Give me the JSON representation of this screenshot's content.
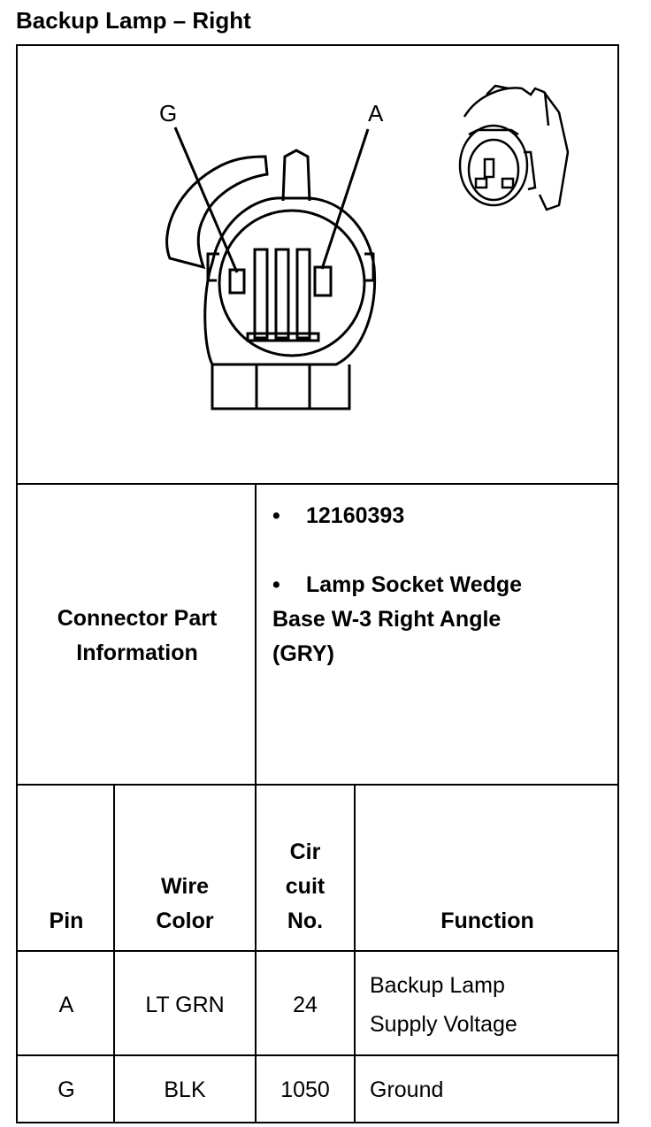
{
  "title": "Backup Lamp – Right",
  "diagram": {
    "pin_label_left": "G",
    "pin_label_right": "A",
    "front_view_icon": "connector-face-icon",
    "iso_view_icon": "connector-socket-icon"
  },
  "connector_info": {
    "label_line1": "Connector Part",
    "label_line2": "Information",
    "bullets": [
      {
        "bullet": "•",
        "text": "12160393"
      },
      {
        "bullet": "•",
        "line1": "Lamp Socket Wedge",
        "line2": "Base W-3 Right Angle",
        "line3": "(GRY)"
      }
    ]
  },
  "table": {
    "headers": {
      "pin": "Pin",
      "wire_color_l1": "Wire",
      "wire_color_l2": "Color",
      "circuit_l1": "Cir",
      "circuit_l2": "cuit",
      "circuit_l3": "No.",
      "function": "Function"
    },
    "rows": [
      {
        "pin": "A",
        "wire": "LT GRN",
        "circuit": "24",
        "function_l1": "Backup Lamp",
        "function_l2": "Supply Voltage"
      },
      {
        "pin": "G",
        "wire": "BLK",
        "circuit": "1050",
        "function_l1": "Ground"
      }
    ]
  }
}
